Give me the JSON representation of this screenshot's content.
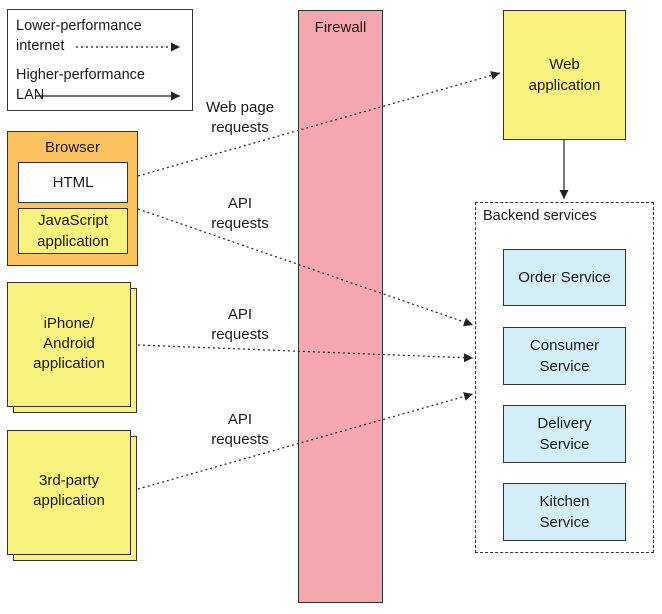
{
  "legend": {
    "lower": "Lower-performance\ninternet",
    "higher": "Higher-performance\nLAN"
  },
  "firewall": {
    "label": "Firewall"
  },
  "browser": {
    "title": "Browser",
    "html": "HTML",
    "js": "JavaScript\napplication"
  },
  "mobile": {
    "label": "iPhone/\nAndroid\napplication"
  },
  "third_party": {
    "label": "3rd-party\napplication"
  },
  "web_app": {
    "label": "Web\napplication"
  },
  "backend": {
    "title": "Backend services",
    "services": [
      "Order Service",
      "Consumer\nService",
      "Delivery\nService",
      "Kitchen\nService"
    ]
  },
  "arrows": {
    "web_page": "Web page\nrequests",
    "api_1": "API\nrequests",
    "api_2": "API\nrequests",
    "api_3": "API\nrequests"
  },
  "colors": {
    "firewall": "#f6a6ae",
    "browser": "#fbc25f",
    "yellow": "#f8f27e",
    "service": "#d4eef8"
  }
}
